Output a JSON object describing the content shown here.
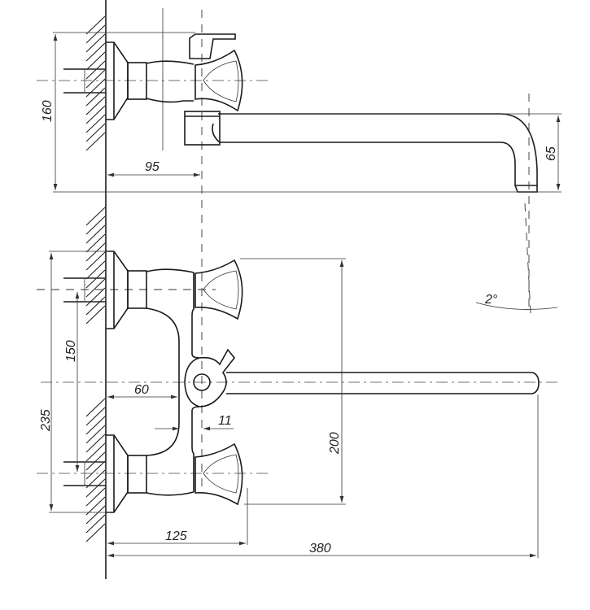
{
  "title": "Wall-mounted bath mixer dimensional drawing",
  "dimensions": {
    "top_height": "160",
    "top_depth": "95",
    "spout_drop": "65",
    "spout_angle": "2°",
    "inlet_span": "235",
    "inlet_centers": "150",
    "body_depth": "60",
    "offset": "11",
    "handle_span": "200",
    "handle_depth": "125",
    "spout_reach": "380"
  }
}
